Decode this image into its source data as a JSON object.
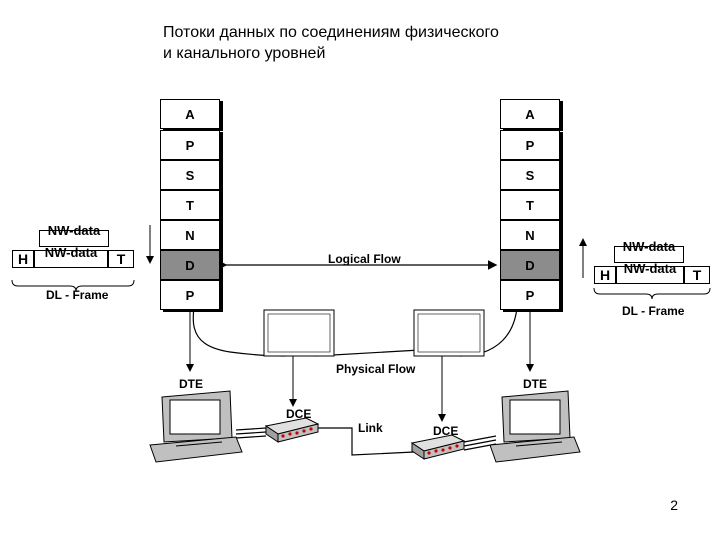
{
  "title_line1": "Потоки данных по соединениям физического",
  "title_line2": "и канального уровней",
  "layers": [
    "A",
    "P",
    "S",
    "T",
    "N",
    "D",
    "P"
  ],
  "highlight_layer": "D",
  "frame": {
    "nw_data_top": "NW-data",
    "nw_data_inner": "NW-data",
    "header": "H",
    "trailer": "T",
    "caption": "DL - Frame"
  },
  "flow": {
    "logical": "Logical Flow",
    "physical": "Physical Flow",
    "link": "Link"
  },
  "devices": {
    "dte": "DTE",
    "dce": "DCE"
  },
  "colors": {
    "highlight": "#8c8c8c",
    "led": "#cc0000",
    "device_body": "#c0c0c0"
  },
  "page_number": "2"
}
